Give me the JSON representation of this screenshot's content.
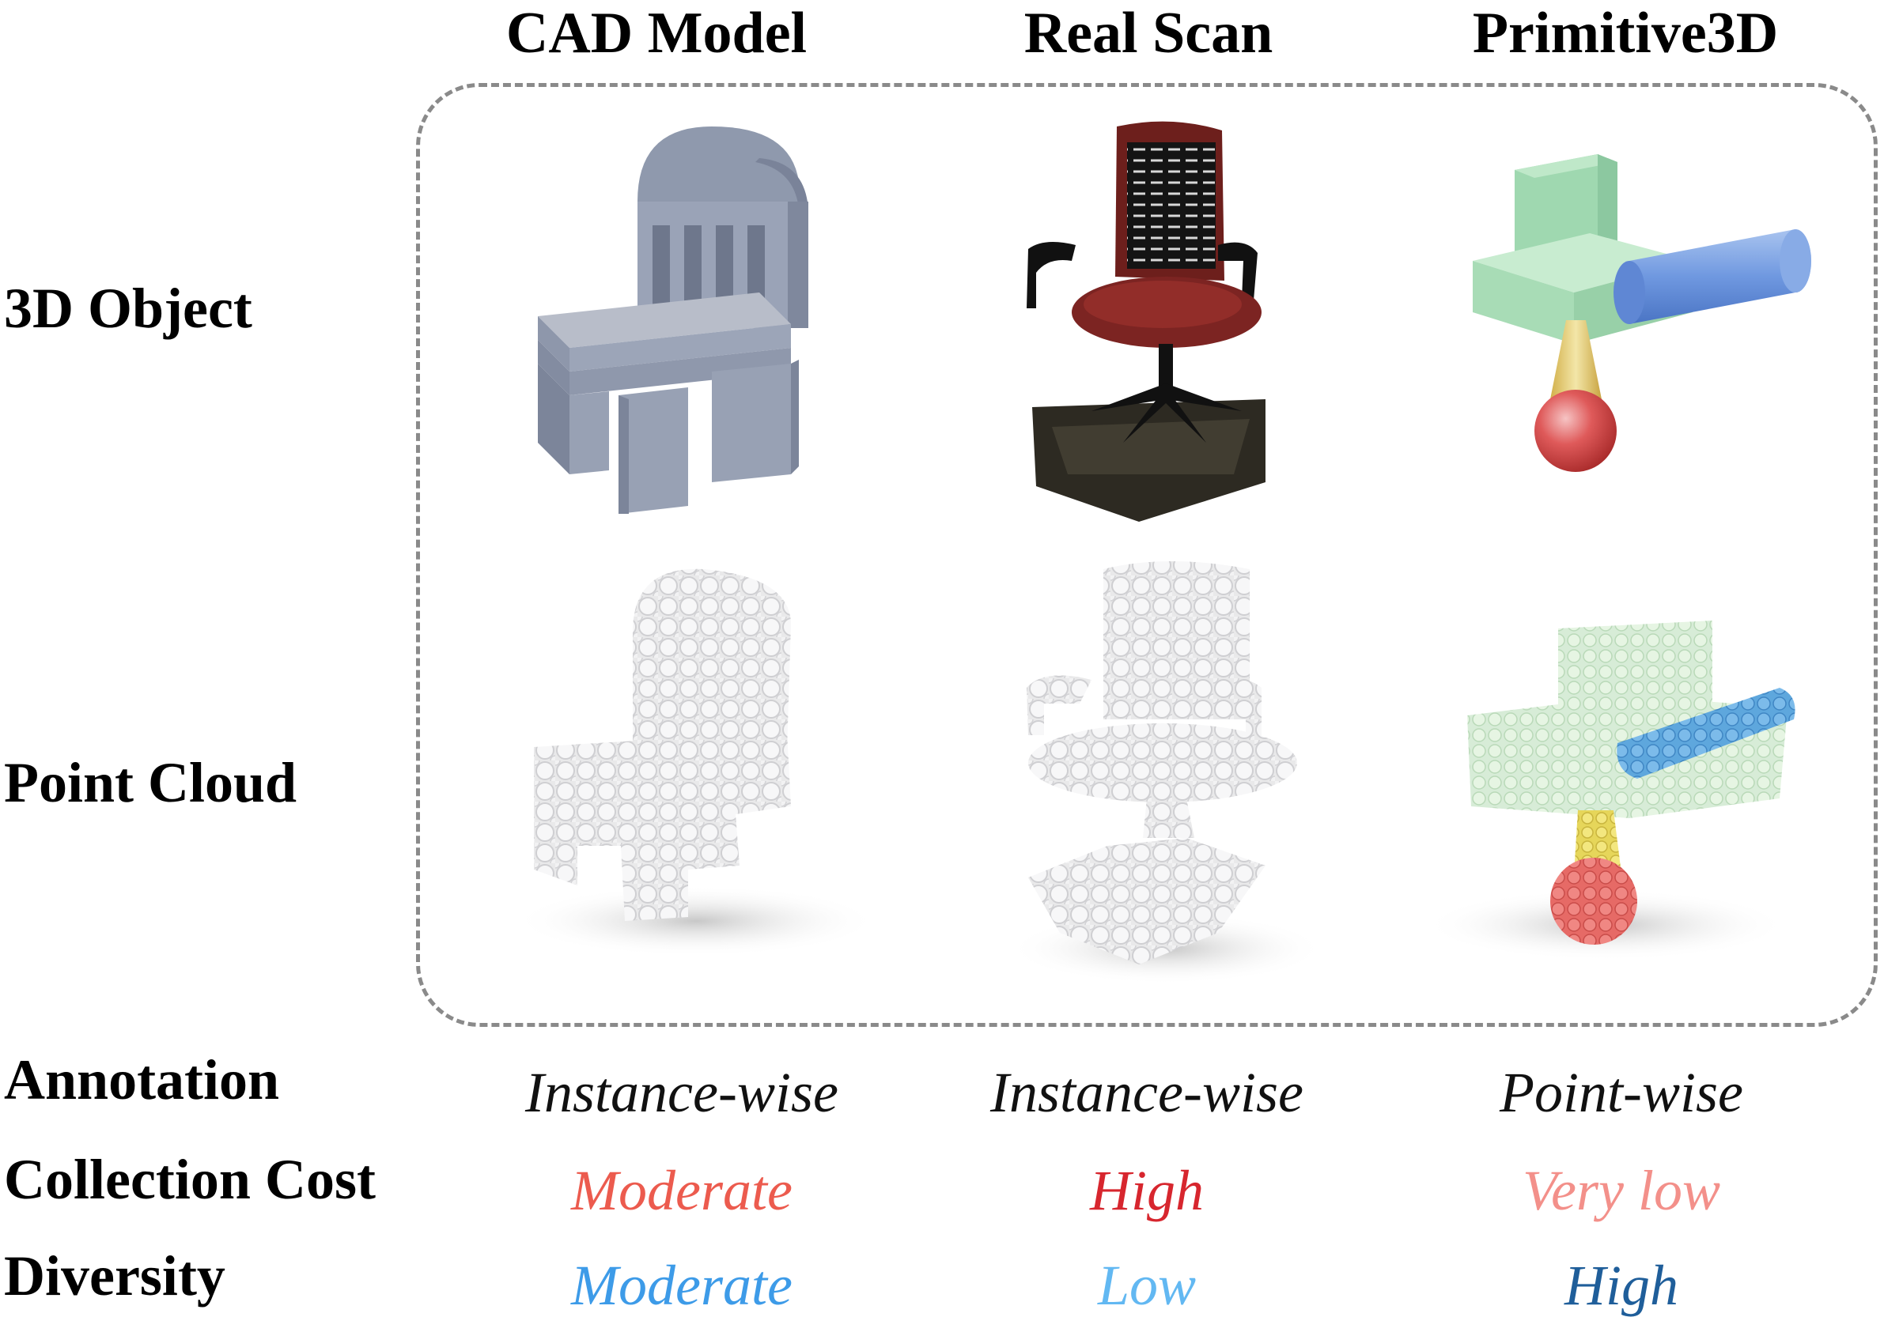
{
  "columns": {
    "cad": "CAD Model",
    "scan": "Real Scan",
    "prim": "Primitive3D"
  },
  "rows": {
    "object": "3D Object",
    "cloud": "Point Cloud",
    "annotation": "Annotation",
    "cost": "Collection Cost",
    "diversity": "Diversity"
  },
  "annotation": {
    "cad": "Instance-wise",
    "scan": "Instance-wise",
    "prim": "Point-wise"
  },
  "cost": {
    "cad": "Moderate",
    "scan": "High",
    "prim": "Very low"
  },
  "diversity": {
    "cad": "Moderate",
    "scan": "Low",
    "prim": "High"
  },
  "colors": {
    "cost_moderate": "#ec5b4e",
    "cost_high": "#d7262e",
    "cost_verylow": "#f3908a",
    "div_moderate": "#3d9be8",
    "div_low": "#62b8f2",
    "div_high": "#1f5e9a",
    "frame": "#8a8a8a"
  }
}
